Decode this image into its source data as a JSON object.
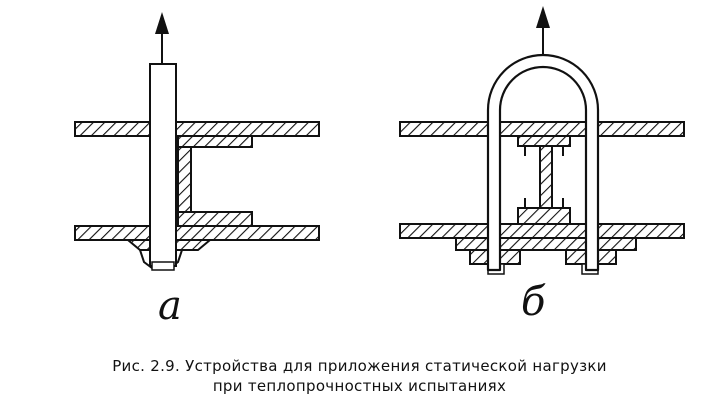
{
  "figure": {
    "label_a": "a",
    "label_b": "б",
    "caption_line1": "Рис. 2.9. Устройства для приложения статической нагрузки",
    "caption_line2": "при теплопрочностных испытаниях"
  },
  "icons": {
    "arrow": "arrow-up-icon"
  },
  "colors": {
    "ink": "#111111",
    "paper": "#ffffff"
  }
}
